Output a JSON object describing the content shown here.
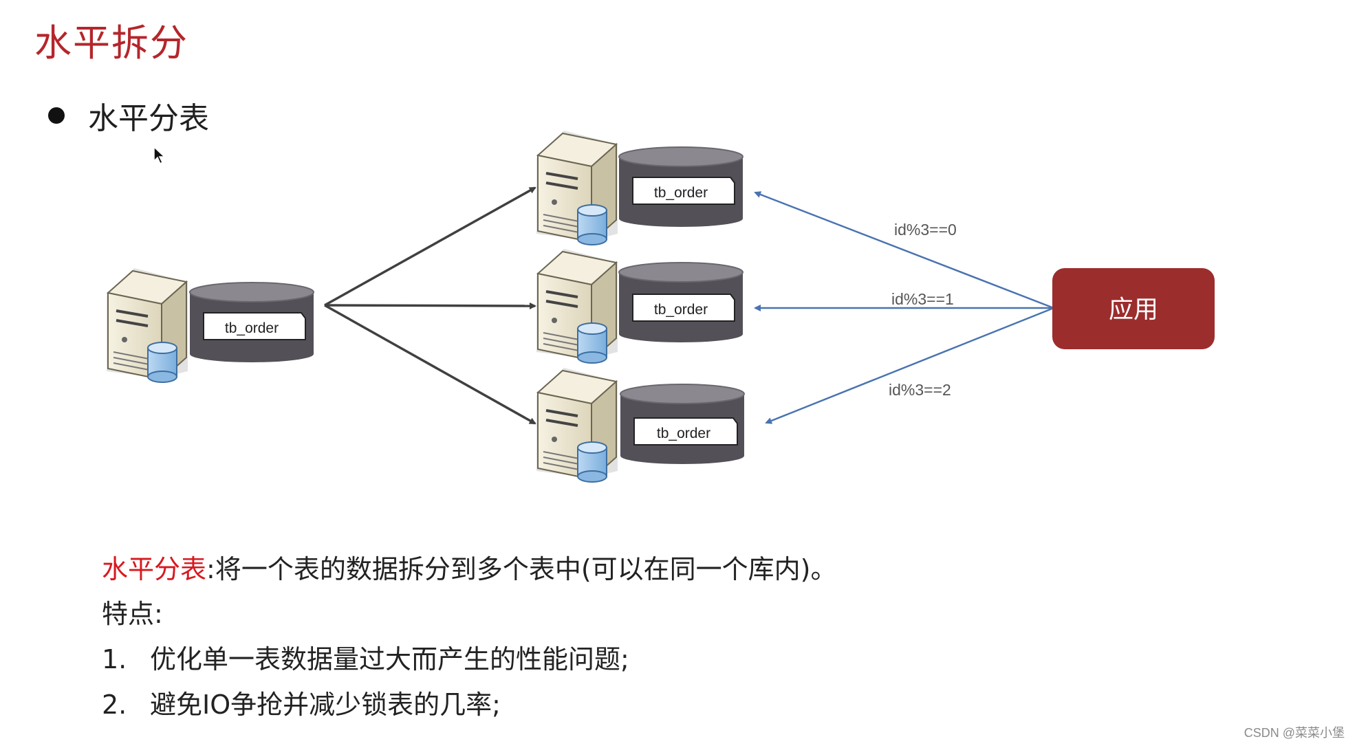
{
  "slide": {
    "title": "水平拆分",
    "bullet": "水平分表"
  },
  "diagram": {
    "table_label": "tb_order",
    "app_label": "应用",
    "routes": [
      "id%3==0",
      "id%3==1",
      "id%3==2"
    ],
    "colors": {
      "app_fill": "#9c2d2d",
      "route_arrow": "#4a73b0",
      "split_arrow": "#404040",
      "db_cylinder": "#545058",
      "db_cylinder_top": "#8c8890",
      "server_body": "#ece6d0",
      "server_side": "#c9c1a4",
      "mini_db": "#9cc2e6"
    }
  },
  "description": {
    "term": "水平分表",
    "definition": ":将一个表的数据拆分到多个表中(可以在同一个库内)。",
    "features_label": "特点:",
    "items": [
      {
        "num": "1.",
        "text": "优化单一表数据量过大而产生的性能问题;"
      },
      {
        "num": "2.",
        "text": "避免IO争抢并减少锁表的几率;"
      }
    ]
  },
  "watermark": "CSDN @菜菜小堡"
}
